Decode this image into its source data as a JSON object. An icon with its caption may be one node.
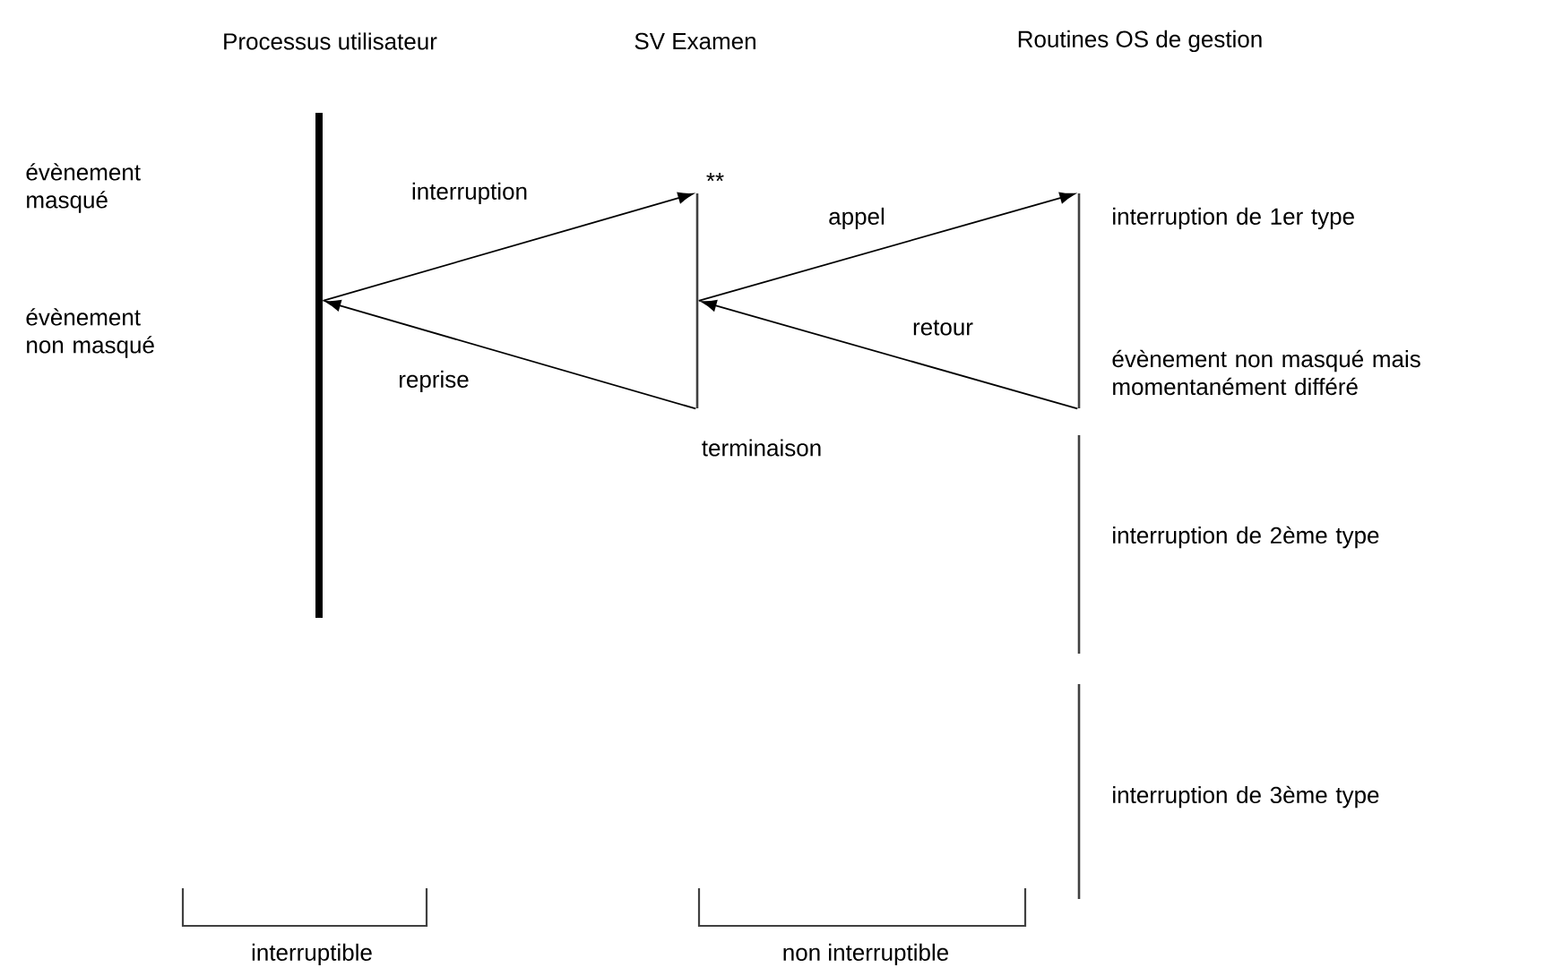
{
  "diagram": {
    "nodes": [
      {
        "text": [],
        "shape": "bar"
      },
      {
        "text": [],
        "shape": "bar",
        "beside": [
          "**",
          "terminaison"
        ]
      },
      {
        "text": [],
        "shape": "bar"
      }
    ],
    "edges": [
      {
        "from": 0,
        "to": 1,
        "arrow": "to",
        "label": "interruption"
      },
      {
        "from": 1,
        "to": 0,
        "arrow": "to",
        "label": "reprise"
      },
      {
        "from": 1,
        "to": 2,
        "arrow": "to",
        "label": "appel"
      },
      {
        "from": 2,
        "to": 1,
        "arrow": "to",
        "label": "retour"
      }
    ],
    "labels": [
      "Processus utilisateur",
      "SV Examen",
      "Routines OS de gestion",
      "évènement masqué",
      "évènement non masqué",
      "interruption de 1er type",
      "évènement non masqué mais momentanément différé",
      "interruption de 2ème type",
      "interruption de 3ème type",
      "interruptible",
      "non interruptible"
    ]
  }
}
